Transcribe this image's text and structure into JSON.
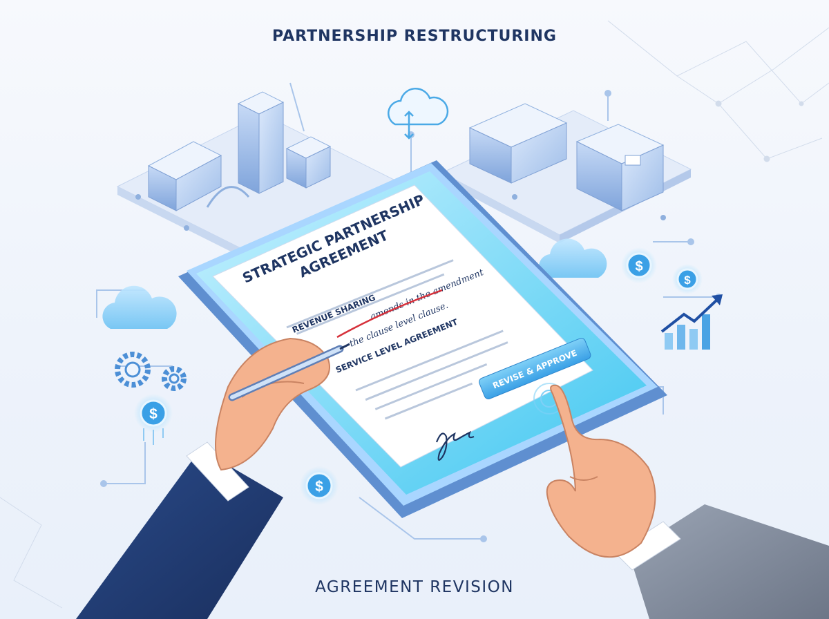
{
  "header": {
    "title": "PARTNERSHIP RESTRUCTURING"
  },
  "footer": {
    "caption": "AGREEMENT REVISION"
  },
  "document": {
    "title_line1": "STRATEGIC PARTNERSHIP",
    "title_line2": "AGREEMENT",
    "clause_revenue": "REVENUE SHARING",
    "clause_service": "SERVICE LEVEL AGREEMENT",
    "annotation_line1": "amends in the amendment",
    "annotation_line2": "the clause level clause."
  },
  "actions": {
    "revise_approve_label": "REVISE & APPROVE"
  },
  "coins": {
    "symbol": "$"
  },
  "colors": {
    "navy": "#1f3562",
    "accent": "#3aa0e6",
    "tablet_frame": "#6f9ad6",
    "button": "#58b8ee",
    "redline": "#d6303a"
  }
}
